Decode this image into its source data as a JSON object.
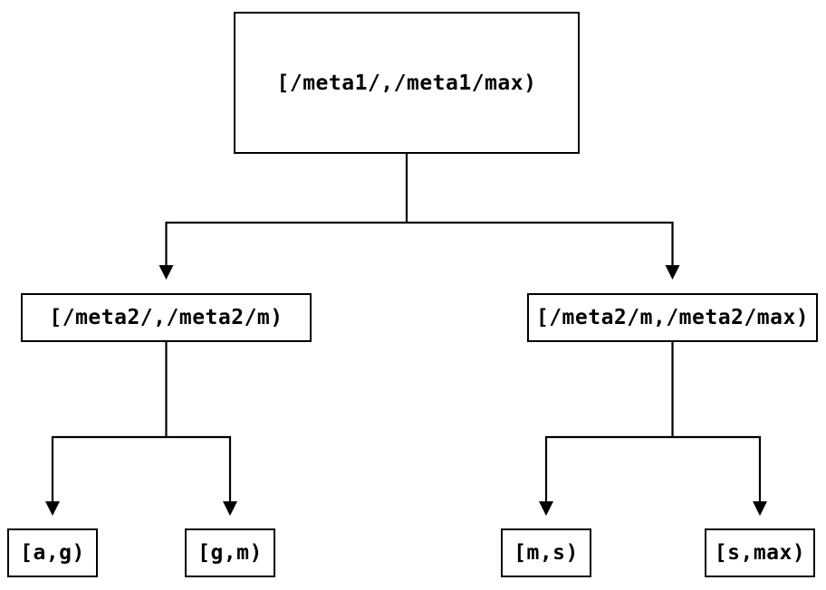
{
  "diagram": {
    "type": "tree",
    "description": "Two-level interval partition tree",
    "colors": {
      "background": "#ffffff",
      "box_fill": "#ffffff",
      "box_border": "#000000",
      "line": "#000000",
      "text": "#000000"
    },
    "nodes": {
      "root": {
        "label": "[/meta1/,/meta1/max)"
      },
      "left_mid": {
        "label": "[/meta2/,/meta2/m)"
      },
      "right_mid": {
        "label": "[/meta2/m,/meta2/max)"
      },
      "leaf_ag": {
        "label": "[a,g)"
      },
      "leaf_gm": {
        "label": "[g,m)"
      },
      "leaf_ms": {
        "label": "[m,s)"
      },
      "leaf_smax": {
        "label": "[s,max)"
      }
    },
    "edges": [
      {
        "from": "root",
        "to": "left_mid"
      },
      {
        "from": "root",
        "to": "right_mid"
      },
      {
        "from": "left_mid",
        "to": "leaf_ag"
      },
      {
        "from": "left_mid",
        "to": "leaf_gm"
      },
      {
        "from": "right_mid",
        "to": "leaf_ms"
      },
      {
        "from": "right_mid",
        "to": "leaf_smax"
      }
    ]
  }
}
